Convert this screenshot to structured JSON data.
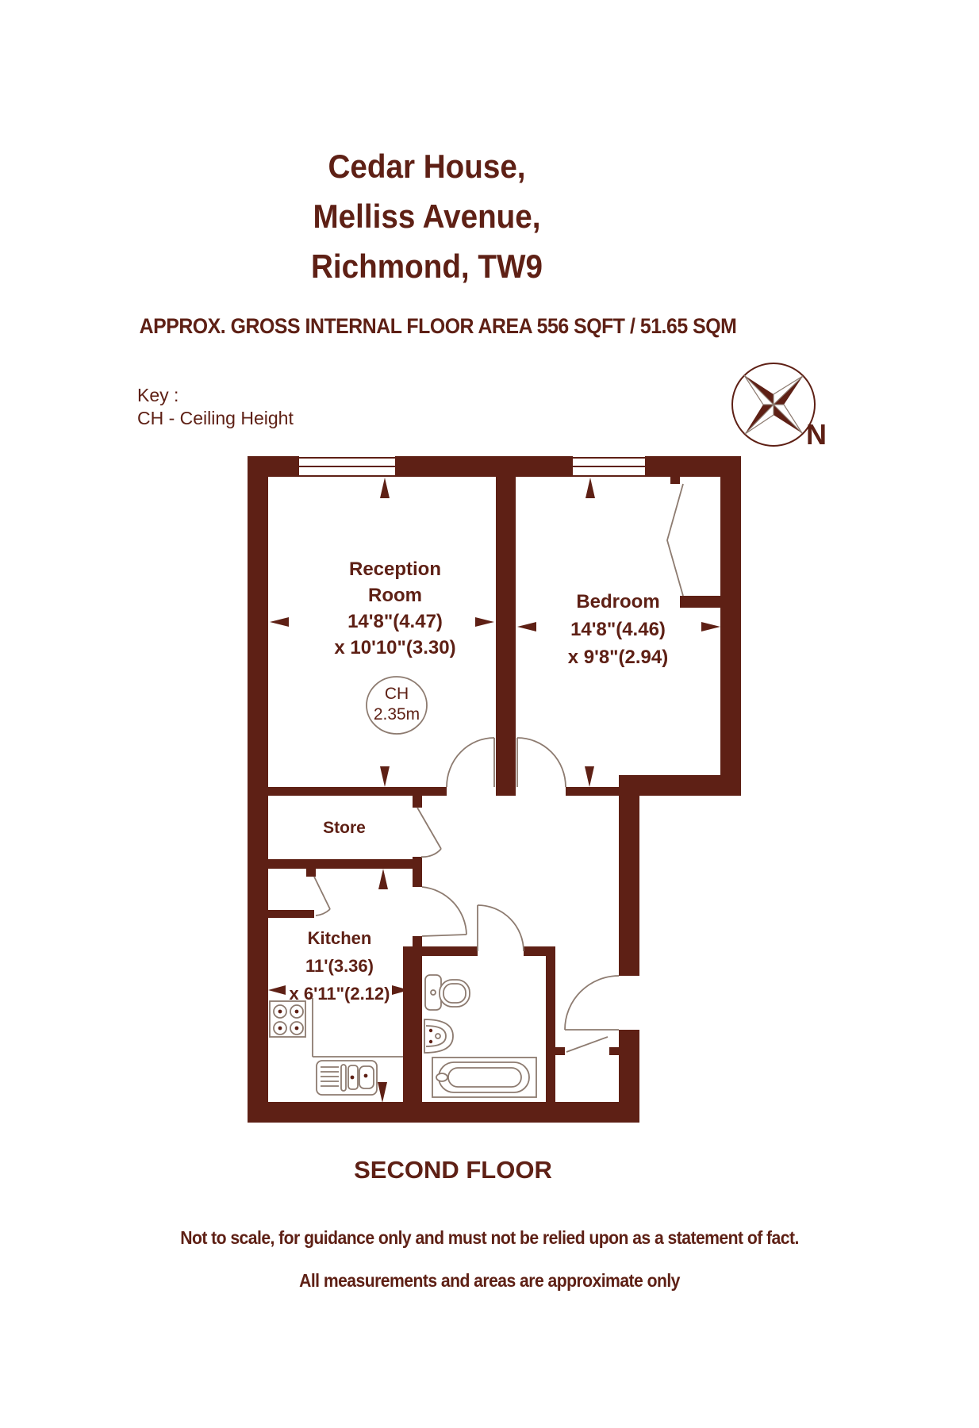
{
  "title": {
    "line1": "Cedar House,",
    "line2": "Melliss Avenue,",
    "line3": "Richmond, TW9"
  },
  "area_line": "APPROX. GROSS INTERNAL FLOOR AREA 556 SQFT / 51.65 SQM",
  "key": {
    "label": "Key :",
    "entry": "CH - Ceiling Height"
  },
  "compass": {
    "north_label": "N"
  },
  "rooms": {
    "reception": {
      "name_line1": "Reception",
      "name_line2": "Room",
      "dim_line1": "14'8\"(4.47)",
      "dim_line2": "x 10'10\"(3.30)",
      "ceiling_label": "CH",
      "ceiling_value": "2.35m"
    },
    "bedroom": {
      "name": "Bedroom",
      "dim_line1": "14'8\"(4.46)",
      "dim_line2": "x 9'8\"(2.94)"
    },
    "store": {
      "name": "Store"
    },
    "kitchen": {
      "name": "Kitchen",
      "dim_line1": "11'(3.36)",
      "dim_line2": "x 6'11\"(2.12)"
    }
  },
  "floor_label": "SECOND FLOOR",
  "disclaimer": {
    "line1": "Not to scale, for guidance only and must not be relied upon as a statement of fact.",
    "line2": "All measurements and areas are approximate only"
  },
  "colors": {
    "maroon": "#5e2015",
    "outline": "#8d7b70"
  }
}
